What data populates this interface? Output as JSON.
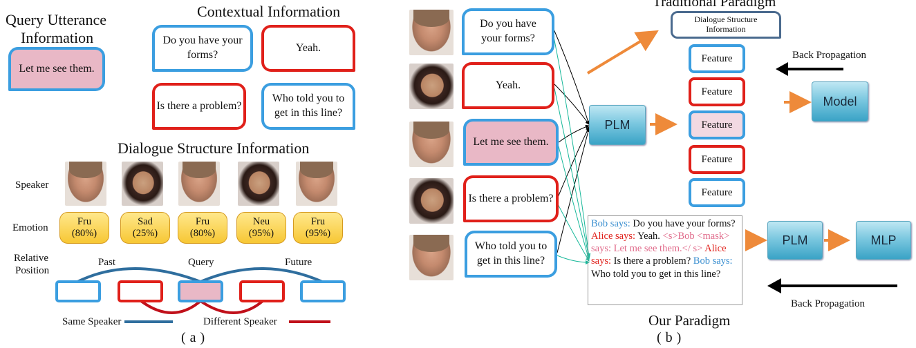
{
  "panel_a": {
    "query_title_1": "Query Utterance",
    "query_title_2": "Information",
    "query_text": "Let me see them.",
    "context_title": "Contextual Information",
    "context": [
      "Do you have your forms?",
      "Yeah.",
      "Is there a problem?",
      "Who told you to get in this line?"
    ],
    "structure_title": "Dialogue Structure Information",
    "row_speaker": "Speaker",
    "row_emotion": "Emotion",
    "row_position_1": "Relative",
    "row_position_2": "Position",
    "emotions": [
      {
        "label": "Fru",
        "pct": "(80%)"
      },
      {
        "label": "Sad",
        "pct": "(25%)"
      },
      {
        "label": "Fru",
        "pct": "(80%)"
      },
      {
        "label": "Neu",
        "pct": "(95%)"
      },
      {
        "label": "Fru",
        "pct": "(95%)"
      }
    ],
    "past": "Past",
    "query": "Query",
    "future": "Future",
    "same_speaker": "Same Speaker",
    "different_speaker": "Different Speaker",
    "caption": "(a)",
    "colors": {
      "same": "#2f6e9e",
      "different": "#c0101a",
      "blue": "#3b9ee0",
      "red": "#e0201a",
      "pink": "#e9b8c6"
    }
  },
  "panel_b": {
    "utterances": [
      "Do you have your forms?",
      "Yeah.",
      "Let me see them.",
      "Is there a problem?",
      "Who told you to get in this line?"
    ],
    "traditional_title": "Traditional Paradigm",
    "dsi_line1": "Dialogue Structure",
    "dsi_line2": "Information",
    "feature": "Feature",
    "plm": "PLM",
    "model": "Model",
    "mlp": "MLP",
    "back_propagation": "Back Propagation",
    "our_paradigm": "Our Paradigm",
    "caption": "(b)",
    "prompt": {
      "bob1": "Bob says:",
      "t1": " Do you have your forms? ",
      "alice1": "Alice says:",
      "t2": " Yeah. ",
      "mask": "<s>Bob <mask> says: Let me see them.</ s>",
      "alice2": "Alice says:",
      "t3": " Is there a problem? ",
      "bob2": "Bob says:",
      "t4": " Who told you to get in this line?"
    },
    "colors": {
      "arrow": "#ee8a3a",
      "bob": "#3a8fd0",
      "alice": "#e0201a",
      "mask": "#e06a8a",
      "teal": "#18b89a"
    }
  }
}
